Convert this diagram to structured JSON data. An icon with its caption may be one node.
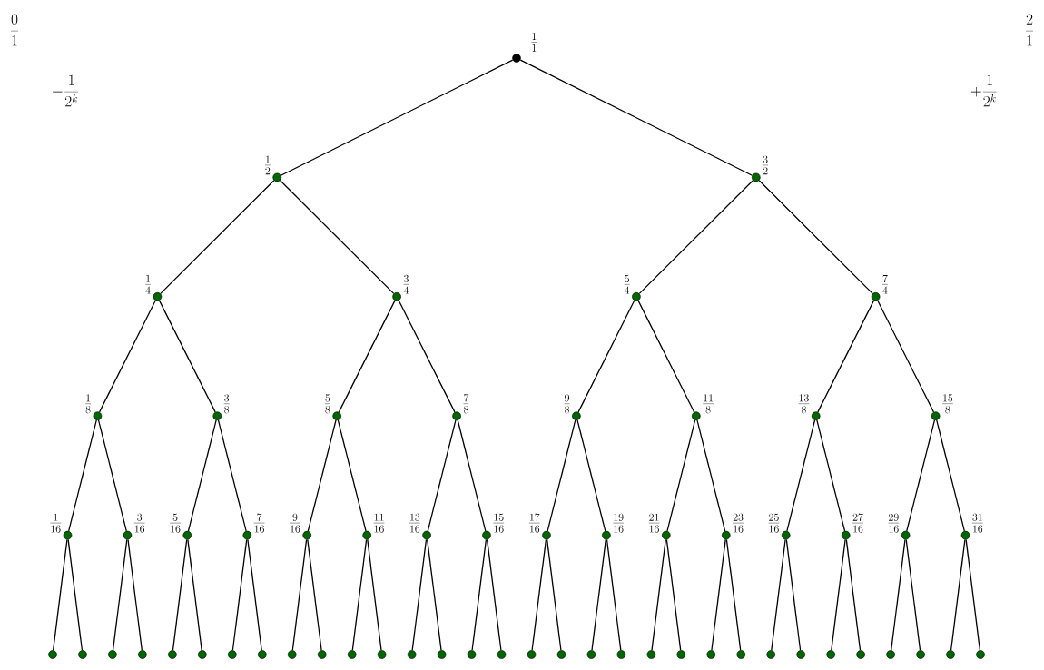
{
  "diagram": {
    "nodes": [
      {
        "text": [],
        "shape": "circle",
        "beside": [
          "\\frac{1}{1}"
        ]
      },
      {
        "text": [],
        "shape": "circle",
        "beside": [
          "\\frac{1}{2}"
        ]
      },
      {
        "text": [],
        "shape": "circle",
        "beside": [
          "\\frac{3}{2}"
        ]
      },
      {
        "text": [],
        "shape": "circle",
        "beside": [
          "\\frac{1}{4}"
        ]
      },
      {
        "text": [],
        "shape": "circle",
        "beside": [
          "\\frac{3}{4}"
        ]
      },
      {
        "text": [],
        "shape": "circle",
        "beside": [
          "\\frac{5}{4}"
        ]
      },
      {
        "text": [],
        "shape": "circle",
        "beside": [
          "\\frac{7}{4}"
        ]
      },
      {
        "text": [],
        "shape": "circle",
        "beside": [
          "\\frac{1}{8}"
        ]
      },
      {
        "text": [],
        "shape": "circle",
        "beside": [
          "\\frac{3}{8}"
        ]
      },
      {
        "text": [],
        "shape": "circle",
        "beside": [
          "\\frac{5}{8}"
        ]
      },
      {
        "text": [],
        "shape": "circle",
        "beside": [
          "\\frac{7}{8}"
        ]
      },
      {
        "text": [],
        "shape": "circle",
        "beside": [
          "\\frac{9}{8}"
        ]
      },
      {
        "text": [],
        "shape": "circle",
        "beside": [
          "\\frac{11}{8}"
        ]
      },
      {
        "text": [],
        "shape": "circle",
        "beside": [
          "\\frac{13}{8}"
        ]
      },
      {
        "text": [],
        "shape": "circle",
        "beside": [
          "\\frac{15}{8}"
        ]
      },
      {
        "text": [],
        "shape": "circle",
        "beside": [
          "\\frac{1}{16}"
        ]
      },
      {
        "text": [],
        "shape": "circle",
        "beside": [
          "\\frac{3}{16}"
        ]
      },
      {
        "text": [],
        "shape": "circle",
        "beside": [
          "\\frac{5}{16}"
        ]
      },
      {
        "text": [],
        "shape": "circle",
        "beside": [
          "\\frac{7}{16}"
        ]
      },
      {
        "text": [],
        "shape": "circle",
        "beside": [
          "\\frac{9}{16}"
        ]
      },
      {
        "text": [],
        "shape": "circle",
        "beside": [
          "\\frac{11}{16}"
        ]
      },
      {
        "text": [],
        "shape": "circle",
        "beside": [
          "\\frac{13}{16}"
        ]
      },
      {
        "text": [],
        "shape": "circle",
        "beside": [
          "\\frac{15}{16}"
        ]
      },
      {
        "text": [],
        "shape": "circle",
        "beside": [
          "\\frac{17}{16}"
        ]
      },
      {
        "text": [],
        "shape": "circle",
        "beside": [
          "\\frac{19}{16}"
        ]
      },
      {
        "text": [],
        "shape": "circle",
        "beside": [
          "\\frac{21}{16}"
        ]
      },
      {
        "text": [],
        "shape": "circle",
        "beside": [
          "\\frac{23}{16}"
        ]
      },
      {
        "text": [],
        "shape": "circle",
        "beside": [
          "\\frac{25}{16}"
        ]
      },
      {
        "text": [],
        "shape": "circle",
        "beside": [
          "\\frac{27}{16}"
        ]
      },
      {
        "text": [],
        "shape": "circle",
        "beside": [
          "\\frac{29}{16}"
        ]
      },
      {
        "text": [],
        "shape": "circle",
        "beside": [
          "\\frac{31}{16}"
        ]
      },
      {
        "text": [],
        "shape": "circle"
      },
      {
        "text": [],
        "shape": "circle"
      },
      {
        "text": [],
        "shape": "circle"
      },
      {
        "text": [],
        "shape": "circle"
      },
      {
        "text": [],
        "shape": "circle"
      },
      {
        "text": [],
        "shape": "circle"
      },
      {
        "text": [],
        "shape": "circle"
      },
      {
        "text": [],
        "shape": "circle"
      },
      {
        "text": [],
        "shape": "circle"
      },
      {
        "text": [],
        "shape": "circle"
      },
      {
        "text": [],
        "shape": "circle"
      },
      {
        "text": [],
        "shape": "circle"
      },
      {
        "text": [],
        "shape": "circle"
      },
      {
        "text": [],
        "shape": "circle"
      },
      {
        "text": [],
        "shape": "circle"
      },
      {
        "text": [],
        "shape": "circle"
      },
      {
        "text": [],
        "shape": "circle"
      },
      {
        "text": [],
        "shape": "circle"
      },
      {
        "text": [],
        "shape": "circle"
      },
      {
        "text": [],
        "shape": "circle"
      },
      {
        "text": [],
        "shape": "circle"
      },
      {
        "text": [],
        "shape": "circle"
      },
      {
        "text": [],
        "shape": "circle"
      },
      {
        "text": [],
        "shape": "circle"
      },
      {
        "text": [],
        "shape": "circle"
      },
      {
        "text": [],
        "shape": "circle"
      },
      {
        "text": [],
        "shape": "circle"
      },
      {
        "text": [],
        "shape": "circle"
      },
      {
        "text": [],
        "shape": "circle"
      },
      {
        "text": [],
        "shape": "circle"
      },
      {
        "text": [],
        "shape": "circle"
      },
      {
        "text": [],
        "shape": "circle"
      }
    ],
    "edges": [
      {
        "from": 0,
        "to": 1,
        "arrow": "none"
      },
      {
        "from": 0,
        "to": 2,
        "arrow": "none"
      },
      {
        "from": 1,
        "to": 3,
        "arrow": "none"
      },
      {
        "from": 1,
        "to": 4,
        "arrow": "none"
      },
      {
        "from": 2,
        "to": 5,
        "arrow": "none"
      },
      {
        "from": 2,
        "to": 6,
        "arrow": "none"
      },
      {
        "from": 3,
        "to": 7,
        "arrow": "none"
      },
      {
        "from": 3,
        "to": 8,
        "arrow": "none"
      },
      {
        "from": 4,
        "to": 9,
        "arrow": "none"
      },
      {
        "from": 4,
        "to": 10,
        "arrow": "none"
      },
      {
        "from": 5,
        "to": 11,
        "arrow": "none"
      },
      {
        "from": 5,
        "to": 12,
        "arrow": "none"
      },
      {
        "from": 6,
        "to": 13,
        "arrow": "none"
      },
      {
        "from": 6,
        "to": 14,
        "arrow": "none"
      },
      {
        "from": 7,
        "to": 15,
        "arrow": "none"
      },
      {
        "from": 7,
        "to": 16,
        "arrow": "none"
      },
      {
        "from": 8,
        "to": 17,
        "arrow": "none"
      },
      {
        "from": 8,
        "to": 18,
        "arrow": "none"
      },
      {
        "from": 9,
        "to": 19,
        "arrow": "none"
      },
      {
        "from": 9,
        "to": 20,
        "arrow": "none"
      },
      {
        "from": 10,
        "to": 21,
        "arrow": "none"
      },
      {
        "from": 10,
        "to": 22,
        "arrow": "none"
      },
      {
        "from": 11,
        "to": 23,
        "arrow": "none"
      },
      {
        "from": 11,
        "to": 24,
        "arrow": "none"
      },
      {
        "from": 12,
        "to": 25,
        "arrow": "none"
      },
      {
        "from": 12,
        "to": 26,
        "arrow": "none"
      },
      {
        "from": 13,
        "to": 27,
        "arrow": "none"
      },
      {
        "from": 13,
        "to": 28,
        "arrow": "none"
      },
      {
        "from": 14,
        "to": 29,
        "arrow": "none"
      },
      {
        "from": 14,
        "to": 30,
        "arrow": "none"
      },
      {
        "from": 15,
        "to": 31,
        "arrow": "none"
      },
      {
        "from": 15,
        "to": 32,
        "arrow": "none"
      },
      {
        "from": 16,
        "to": 33,
        "arrow": "none"
      },
      {
        "from": 16,
        "to": 34,
        "arrow": "none"
      },
      {
        "from": 17,
        "to": 35,
        "arrow": "none"
      },
      {
        "from": 17,
        "to": 36,
        "arrow": "none"
      },
      {
        "from": 18,
        "to": 37,
        "arrow": "none"
      },
      {
        "from": 18,
        "to": 38,
        "arrow": "none"
      },
      {
        "from": 19,
        "to": 39,
        "arrow": "none"
      },
      {
        "from": 19,
        "to": 40,
        "arrow": "none"
      },
      {
        "from": 20,
        "to": 41,
        "arrow": "none"
      },
      {
        "from": 20,
        "to": 42,
        "arrow": "none"
      },
      {
        "from": 21,
        "to": 43,
        "arrow": "none"
      },
      {
        "from": 21,
        "to": 44,
        "arrow": "none"
      },
      {
        "from": 22,
        "to": 45,
        "arrow": "none"
      },
      {
        "from": 22,
        "to": 46,
        "arrow": "none"
      },
      {
        "from": 23,
        "to": 47,
        "arrow": "none"
      },
      {
        "from": 23,
        "to": 48,
        "arrow": "none"
      },
      {
        "from": 24,
        "to": 49,
        "arrow": "none"
      },
      {
        "from": 24,
        "to": 50,
        "arrow": "none"
      },
      {
        "from": 25,
        "to": 51,
        "arrow": "none"
      },
      {
        "from": 25,
        "to": 52,
        "arrow": "none"
      },
      {
        "from": 26,
        "to": 53,
        "arrow": "none"
      },
      {
        "from": 26,
        "to": 54,
        "arrow": "none"
      },
      {
        "from": 27,
        "to": 55,
        "arrow": "none"
      },
      {
        "from": 27,
        "to": 56,
        "arrow": "none"
      },
      {
        "from": 28,
        "to": 57,
        "arrow": "none"
      },
      {
        "from": 28,
        "to": 58,
        "arrow": "none"
      },
      {
        "from": 29,
        "to": 59,
        "arrow": "none"
      },
      {
        "from": 29,
        "to": 60,
        "arrow": "none"
      },
      {
        "from": 30,
        "to": 61,
        "arrow": "none"
      },
      {
        "from": 30,
        "to": 62,
        "arrow": "none"
      }
    ],
    "labels": [
      "\\frac{0}{1}",
      "\\frac{2}{1}",
      "-\\frac{1}{2^k}",
      "+\\frac{1}{2^k}"
    ]
  }
}
